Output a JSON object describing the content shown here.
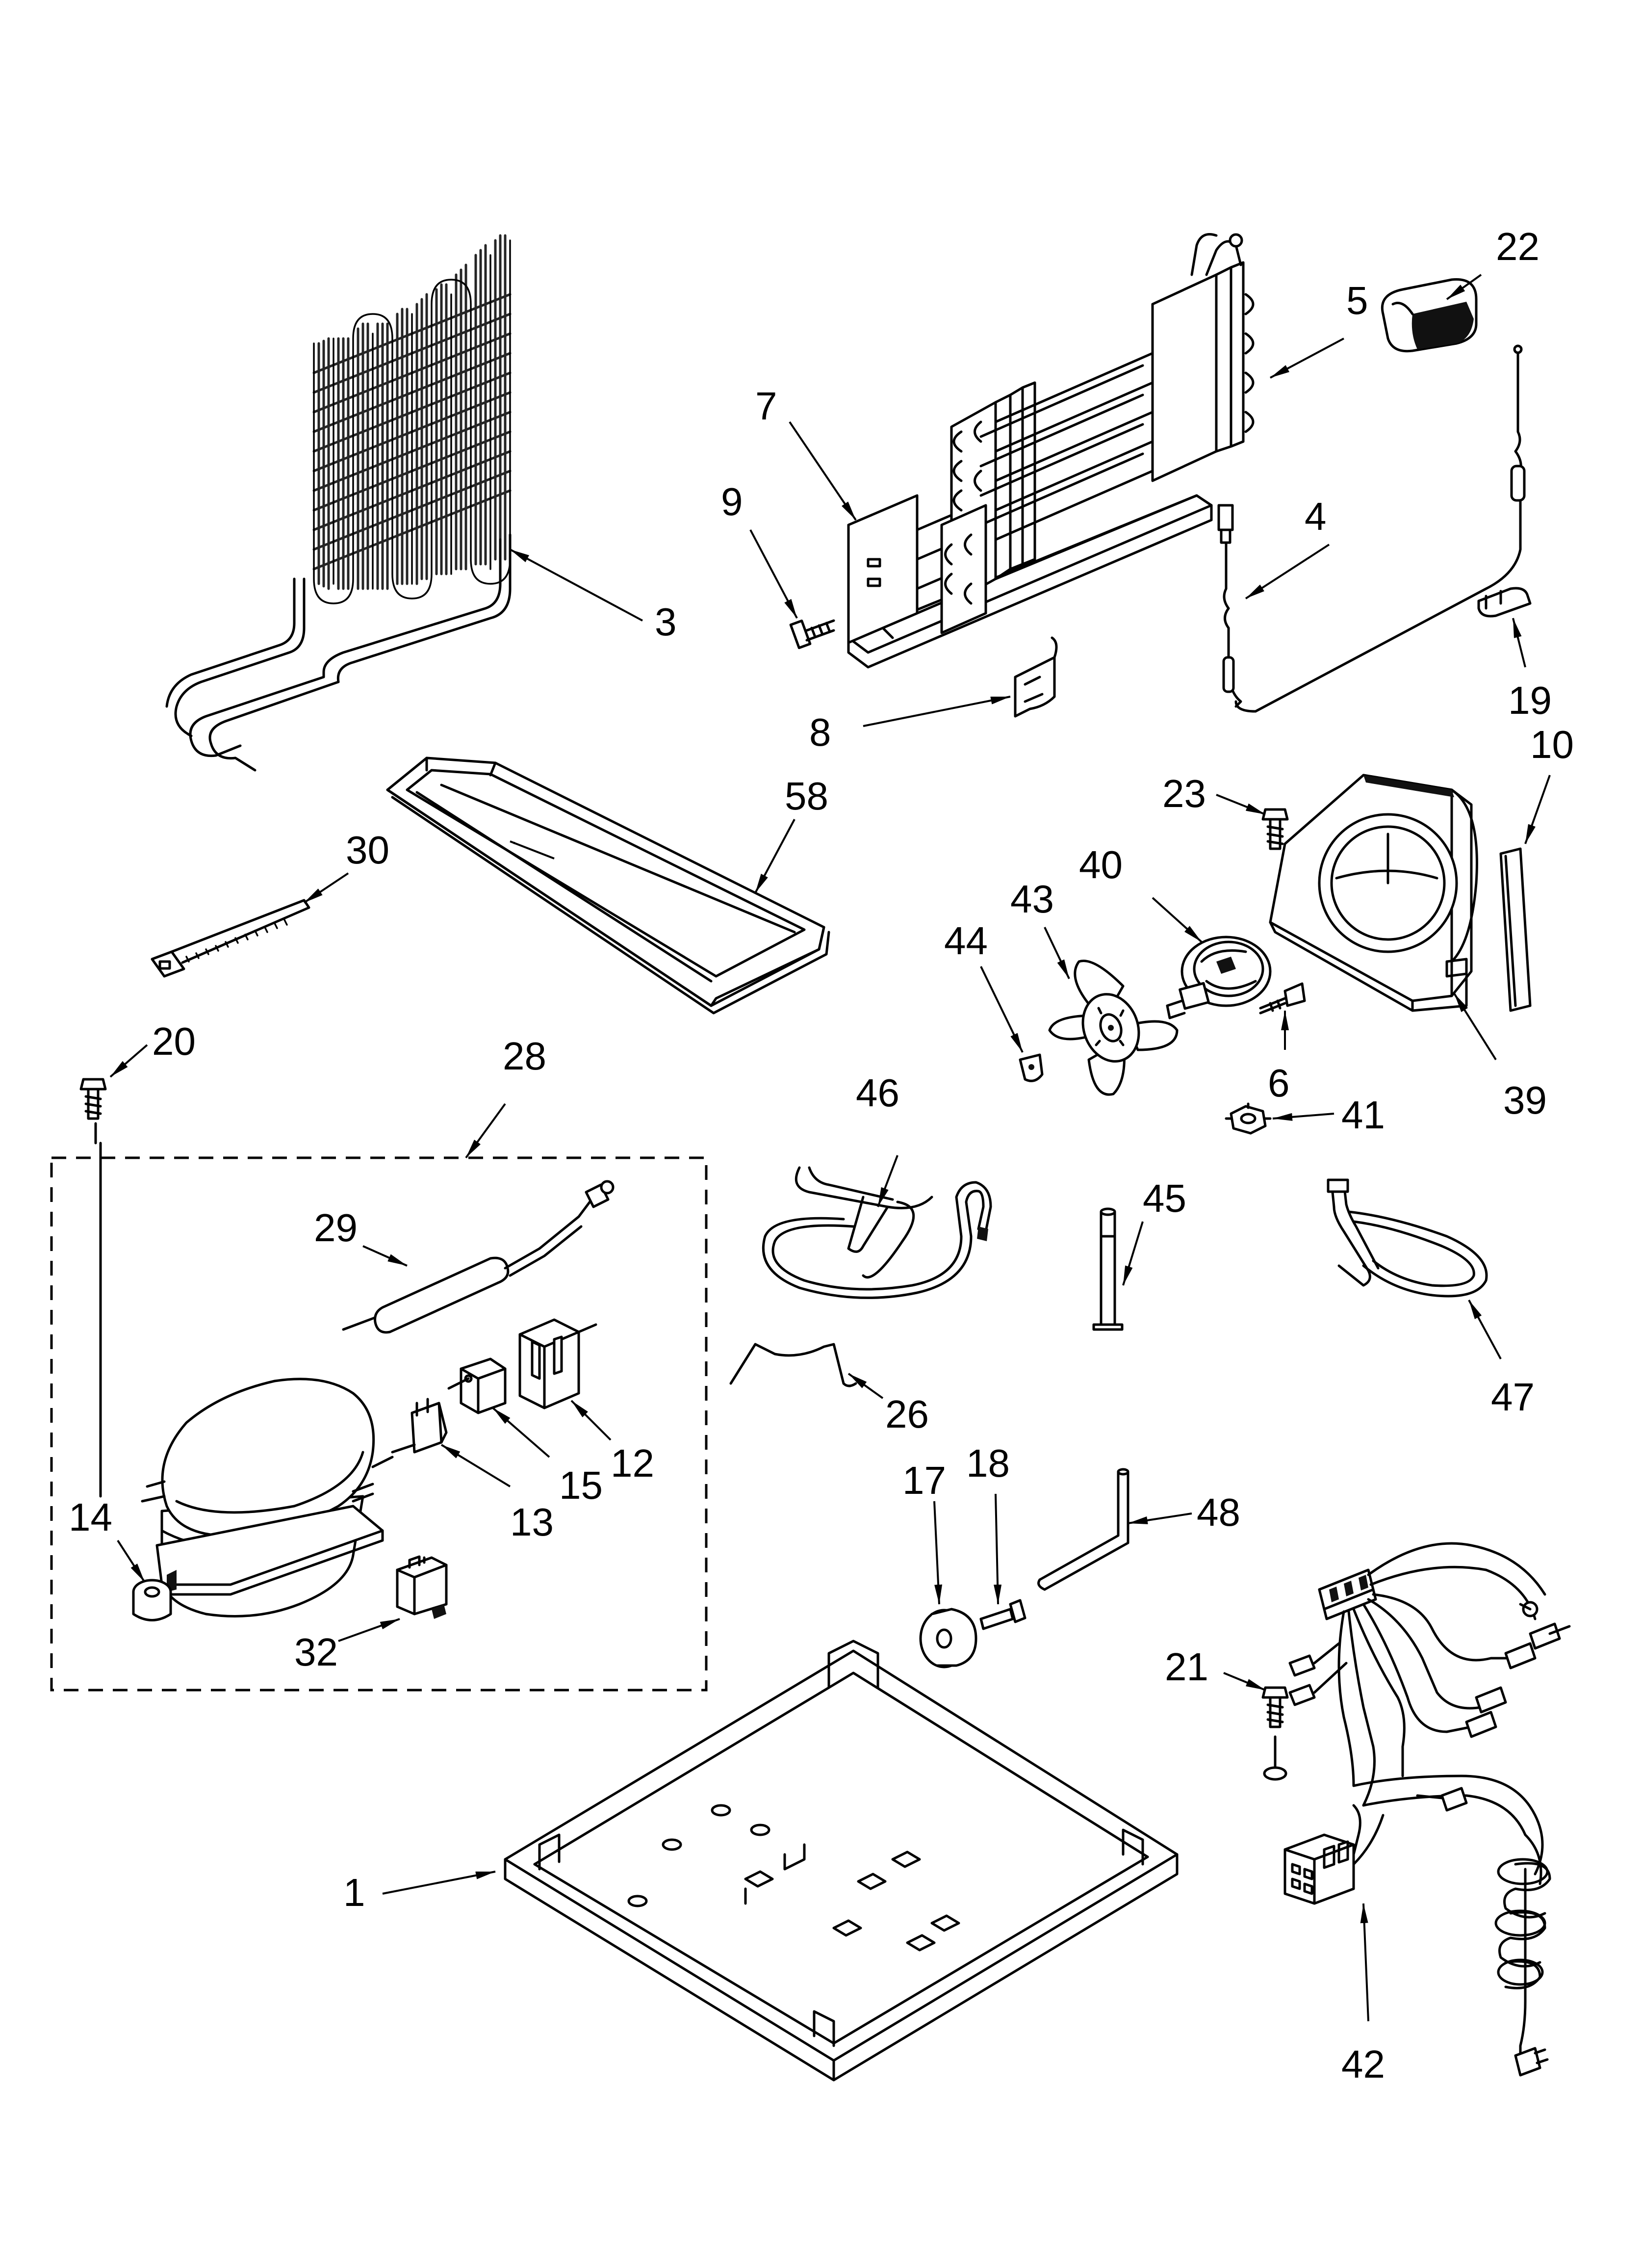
{
  "callouts": [
    {
      "id": "c1",
      "label": "1"
    },
    {
      "id": "c3",
      "label": "3"
    },
    {
      "id": "c4",
      "label": "4"
    },
    {
      "id": "c5",
      "label": "5"
    },
    {
      "id": "c6",
      "label": "6"
    },
    {
      "id": "c7",
      "label": "7"
    },
    {
      "id": "c8",
      "label": "8"
    },
    {
      "id": "c9",
      "label": "9"
    },
    {
      "id": "c10",
      "label": "10"
    },
    {
      "id": "c12",
      "label": "12"
    },
    {
      "id": "c13",
      "label": "13"
    },
    {
      "id": "c14",
      "label": "14"
    },
    {
      "id": "c15",
      "label": "15"
    },
    {
      "id": "c17",
      "label": "17"
    },
    {
      "id": "c18",
      "label": "18"
    },
    {
      "id": "c19",
      "label": "19"
    },
    {
      "id": "c20",
      "label": "20"
    },
    {
      "id": "c21",
      "label": "21"
    },
    {
      "id": "c22",
      "label": "22"
    },
    {
      "id": "c23",
      "label": "23"
    },
    {
      "id": "c26",
      "label": "26"
    },
    {
      "id": "c28",
      "label": "28"
    },
    {
      "id": "c29",
      "label": "29"
    },
    {
      "id": "c30",
      "label": "30"
    },
    {
      "id": "c32",
      "label": "32"
    },
    {
      "id": "c39",
      "label": "39"
    },
    {
      "id": "c40",
      "label": "40"
    },
    {
      "id": "c41",
      "label": "41"
    },
    {
      "id": "c42",
      "label": "42"
    },
    {
      "id": "c43",
      "label": "43"
    },
    {
      "id": "c44",
      "label": "44"
    },
    {
      "id": "c45",
      "label": "45"
    },
    {
      "id": "c46",
      "label": "46"
    },
    {
      "id": "c47",
      "label": "47"
    },
    {
      "id": "c48",
      "label": "48"
    },
    {
      "id": "c58",
      "label": "58"
    }
  ]
}
